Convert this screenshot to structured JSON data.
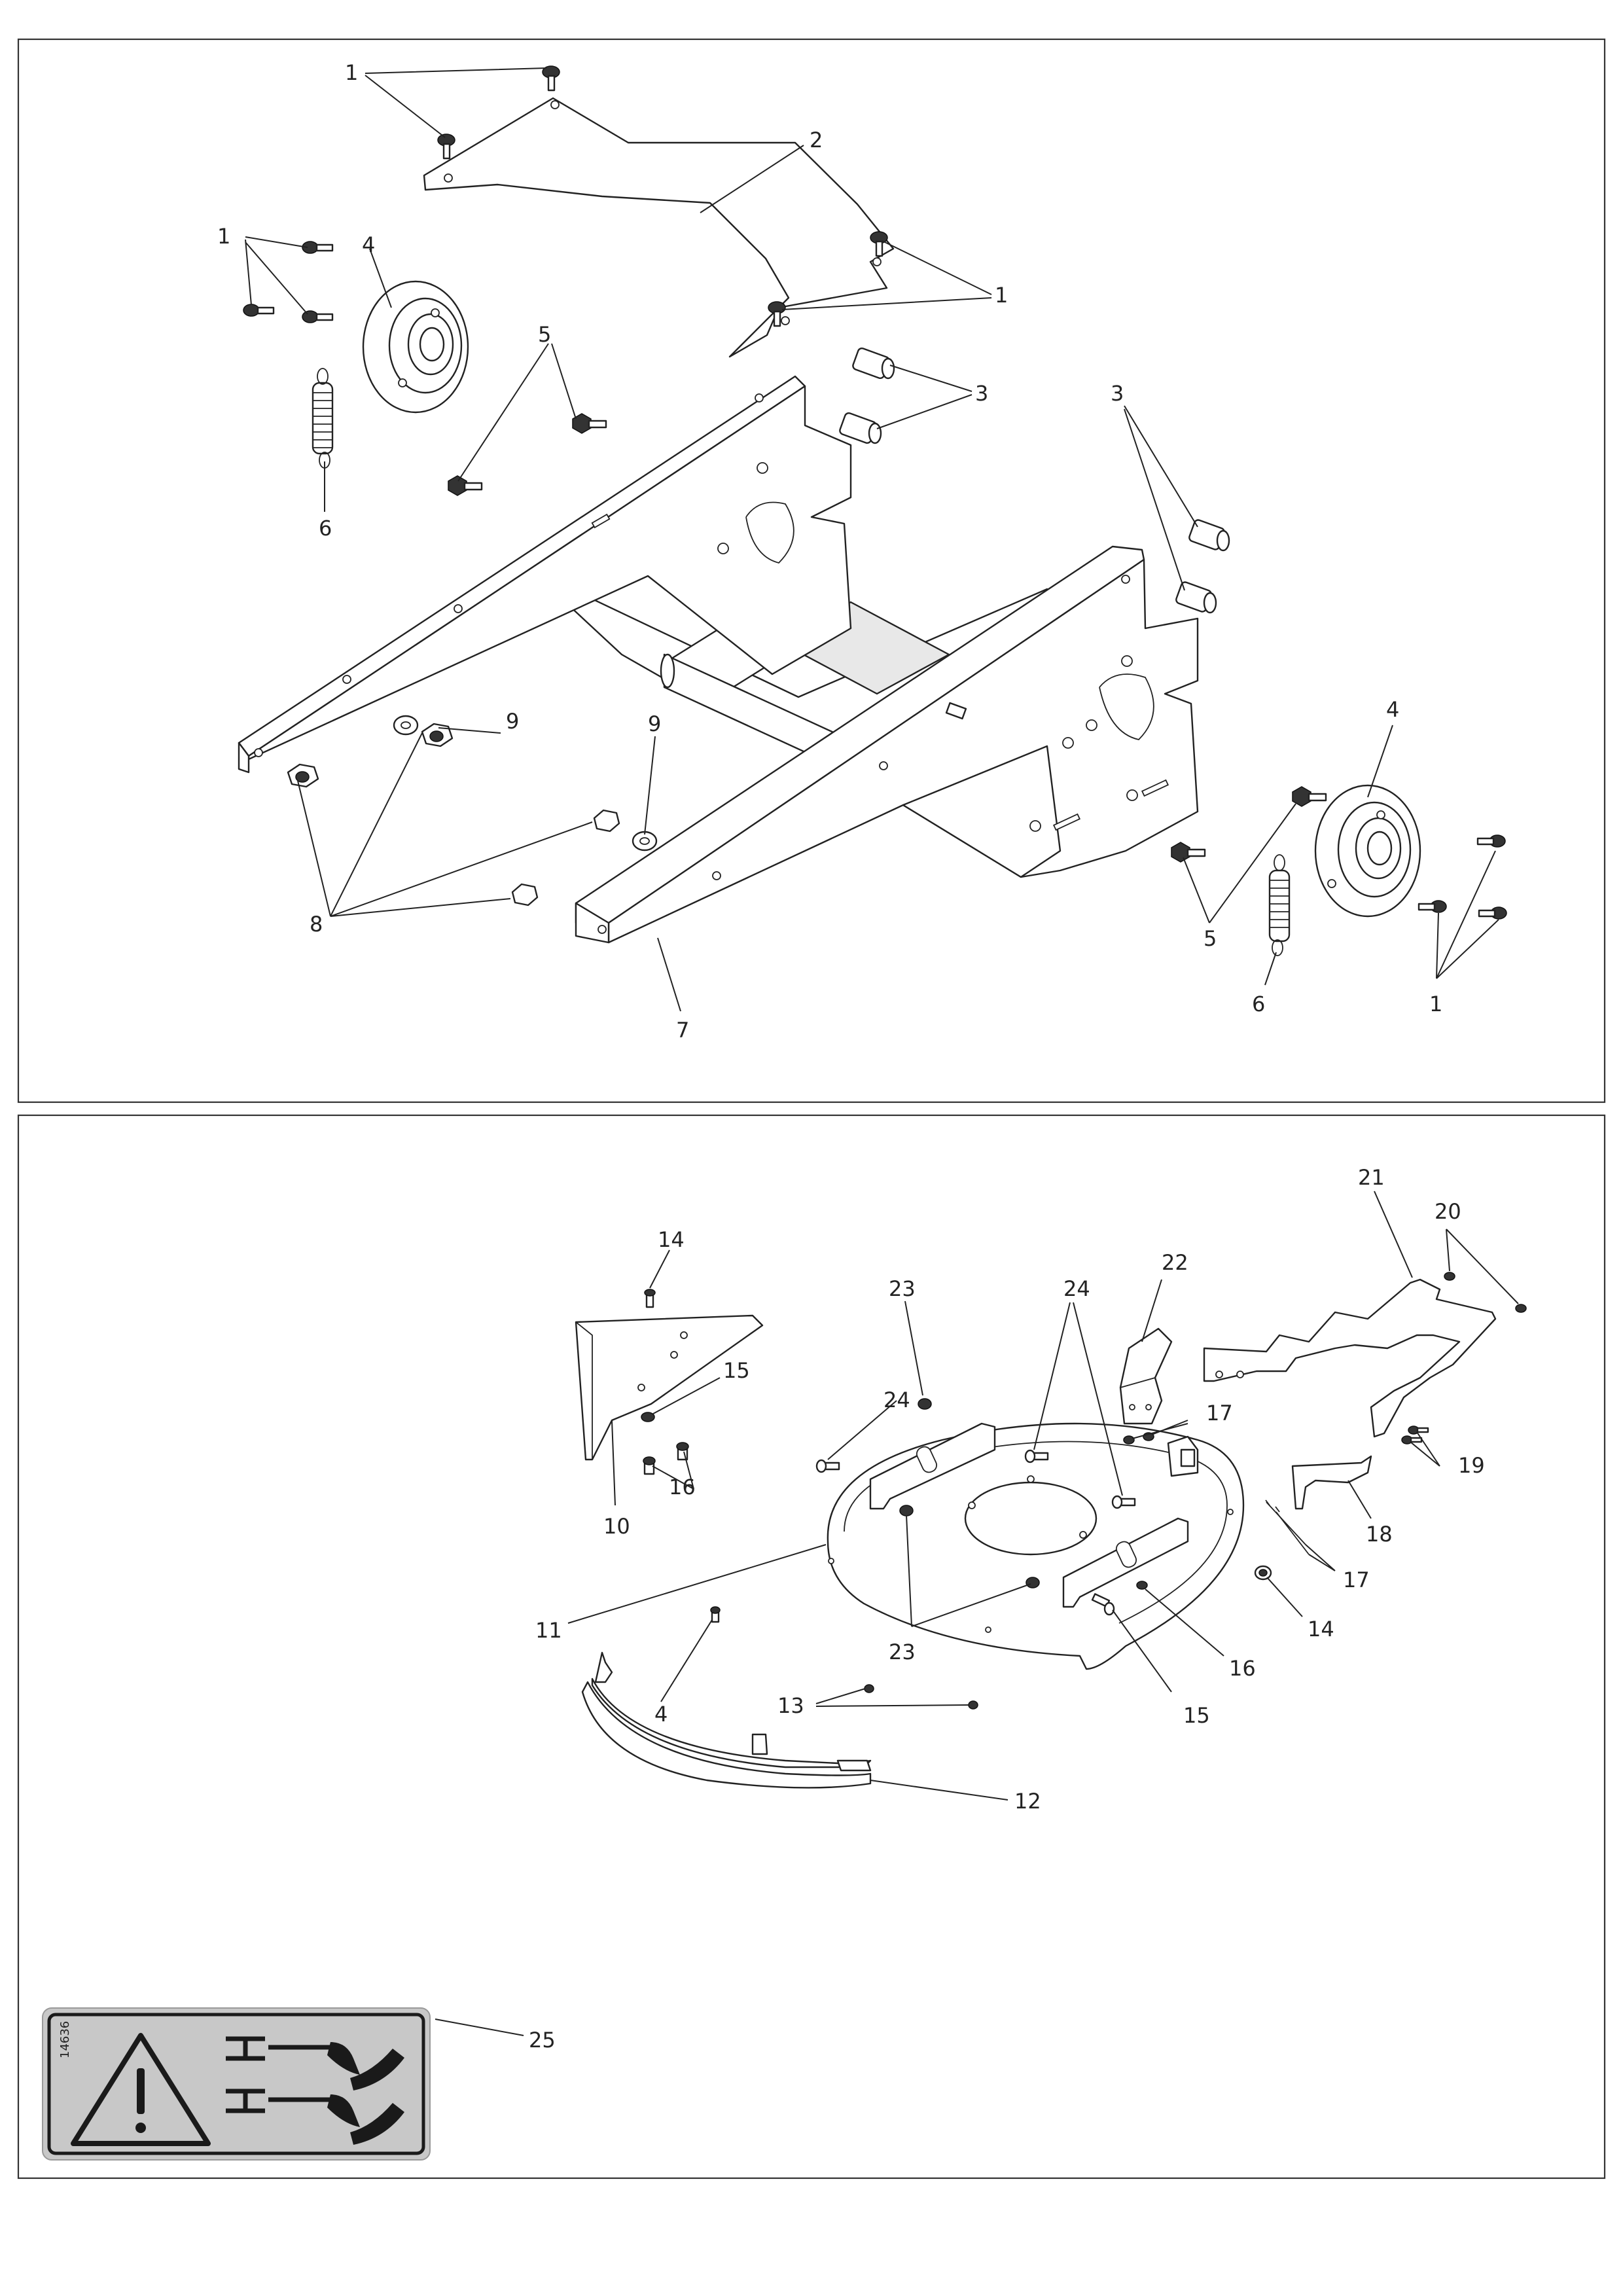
{
  "panels": [
    {
      "id": "top",
      "callouts": [
        "1",
        "2",
        "1",
        "4",
        "1",
        "5",
        "3",
        "3",
        "6",
        "9",
        "9",
        "4",
        "8",
        "7",
        "5",
        "6",
        "1"
      ]
    },
    {
      "id": "bottom",
      "callouts": [
        "21",
        "20",
        "14",
        "23",
        "24",
        "22",
        "15",
        "24",
        "17",
        "19",
        "16",
        "10",
        "18",
        "17",
        "11",
        "23",
        "14",
        "16",
        "15",
        "4",
        "13",
        "12",
        "25"
      ]
    }
  ],
  "decal": {
    "code": "14636"
  }
}
